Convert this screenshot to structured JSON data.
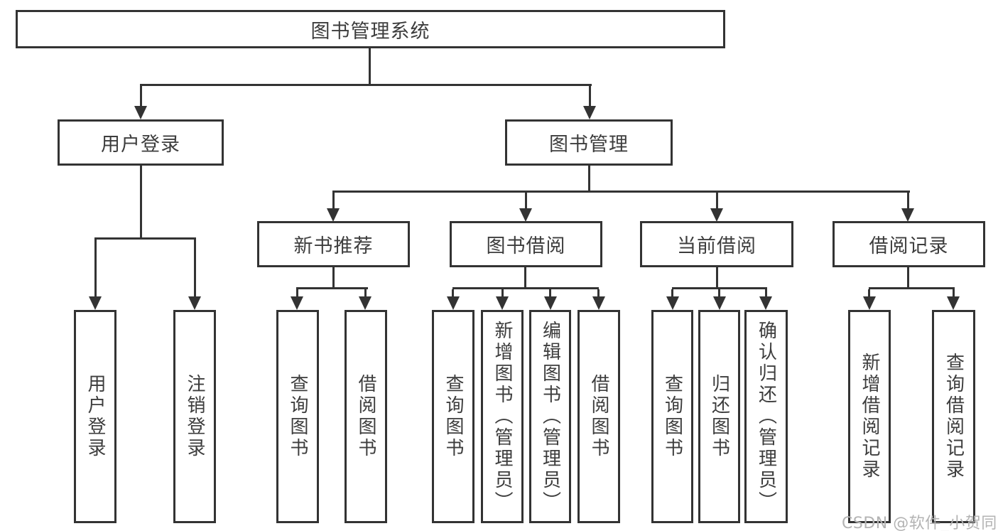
{
  "nodes": {
    "root": "图书管理系统",
    "level2": {
      "user_login": "用户登录",
      "book_management": "图书管理"
    },
    "level3": {
      "new_books": "新书推荐",
      "book_borrowing": "图书借阅",
      "current_borrowing": "当前借阅",
      "borrowing_records": "借阅记录"
    },
    "leaves": {
      "user_login": [
        "用户登录",
        "注销登录"
      ],
      "new_books": [
        "查询图书",
        "借阅图书"
      ],
      "book_borrowing": [
        "查询图书",
        "新增图书（管理员）",
        "编辑图书（管理员）",
        "借阅图书"
      ],
      "current_borrowing": [
        "查询图书",
        "归还图书",
        "确认归还（管理员）"
      ],
      "borrowing_records": [
        "新增借阅记录",
        "查询借阅记录"
      ]
    }
  },
  "watermark": "CSDN @软件_小贺同学",
  "colors": {
    "line": "#333333",
    "node_text": "#3d3d3d",
    "background": "#ffffff",
    "watermark": "#b3b3b3"
  }
}
